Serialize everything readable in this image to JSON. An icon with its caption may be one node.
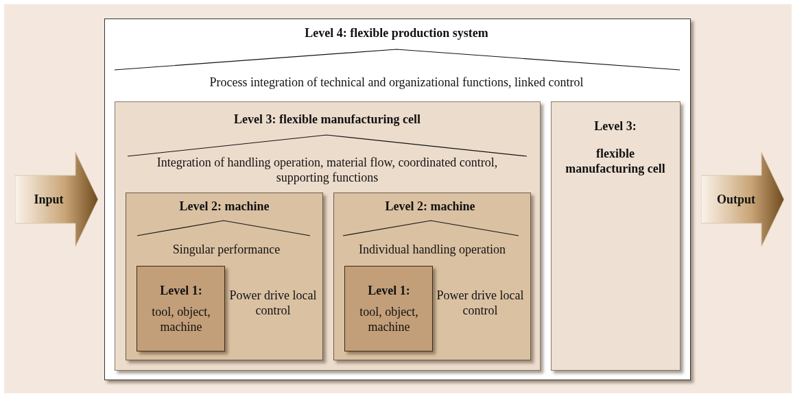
{
  "diagram": {
    "nodes": [
      {
        "text": [
          "Level 4: flexible production system",
          "Process integration of technical and organizational functions, linked control"
        ]
      },
      {
        "text": [
          "Level 3: flexible manufacturing cell",
          "Integration of handling operation, material flow, coordinated control, supporting functions"
        ],
        "in": 0
      },
      {
        "text": [
          "Level 2: machine",
          "Singular performance",
          "Power drive local control"
        ],
        "in": 1
      },
      {
        "text": [
          "Level 1:",
          "tool, object, machine"
        ],
        "in": 2
      },
      {
        "text": [
          "Level 2: machine",
          "Individual handling operation",
          "Power drive local control"
        ],
        "in": 1
      },
      {
        "text": [
          "Level 1:",
          "tool, object, machine"
        ],
        "in": 4
      },
      {
        "text": [
          "Level 3:",
          "flexible manufacturing cell"
        ],
        "in": 0
      },
      {
        "text": [
          "Input"
        ]
      },
      {
        "text": [
          "Output"
        ]
      }
    ]
  }
}
